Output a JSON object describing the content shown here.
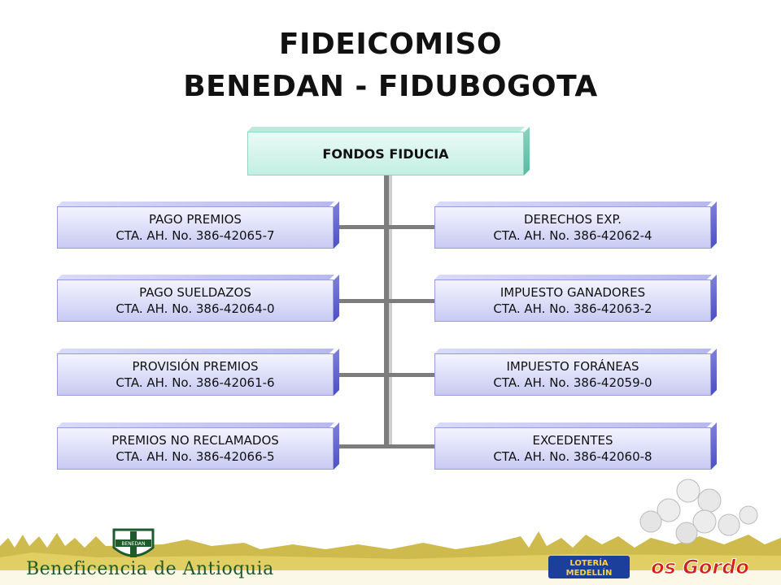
{
  "title": {
    "line1": "FIDEICOMISO",
    "line2": "BENEDAN - FIDUBOGOTA"
  },
  "root": {
    "label": "FONDOS FIDUCIA"
  },
  "left_boxes": [
    {
      "name": "PAGO PREMIOS",
      "account": "CTA. AH. No. 386-42065-7"
    },
    {
      "name": "PAGO SUELDAZOS",
      "account": "CTA. AH. No. 386-42064-0"
    },
    {
      "name": "PROVISIÓN PREMIOS",
      "account": "CTA. AH. No. 386-42061-6"
    },
    {
      "name": "PREMIOS NO RECLAMADOS",
      "account": "CTA. AH. No. 386-42066-5"
    }
  ],
  "right_boxes": [
    {
      "name": "DERECHOS EXP.",
      "account": "CTA. AH. No. 386-42062-4"
    },
    {
      "name": "IMPUESTO GANADORES",
      "account": "CTA. AH. No. 386-42063-2"
    },
    {
      "name": "IMPUESTO FORÁNEAS",
      "account": "CTA. AH. No. 386-42059-0"
    },
    {
      "name": "EXCEDENTES",
      "account": "CTA. AH. No. 386-42060-8"
    }
  ],
  "footer": {
    "brand": "Beneficencia de Antioquia",
    "shield_text": "BENEDAN",
    "loteria_line1": "LOTERÍA",
    "loteria_line2": "MEDELLÍN",
    "gordos": "Los Gordos",
    "colors": {
      "brand_green": "#1f5a2a",
      "grass": "#c9b23a",
      "loteria_blue": "#1d3f9c",
      "gordos_red": "#d0211b"
    }
  }
}
